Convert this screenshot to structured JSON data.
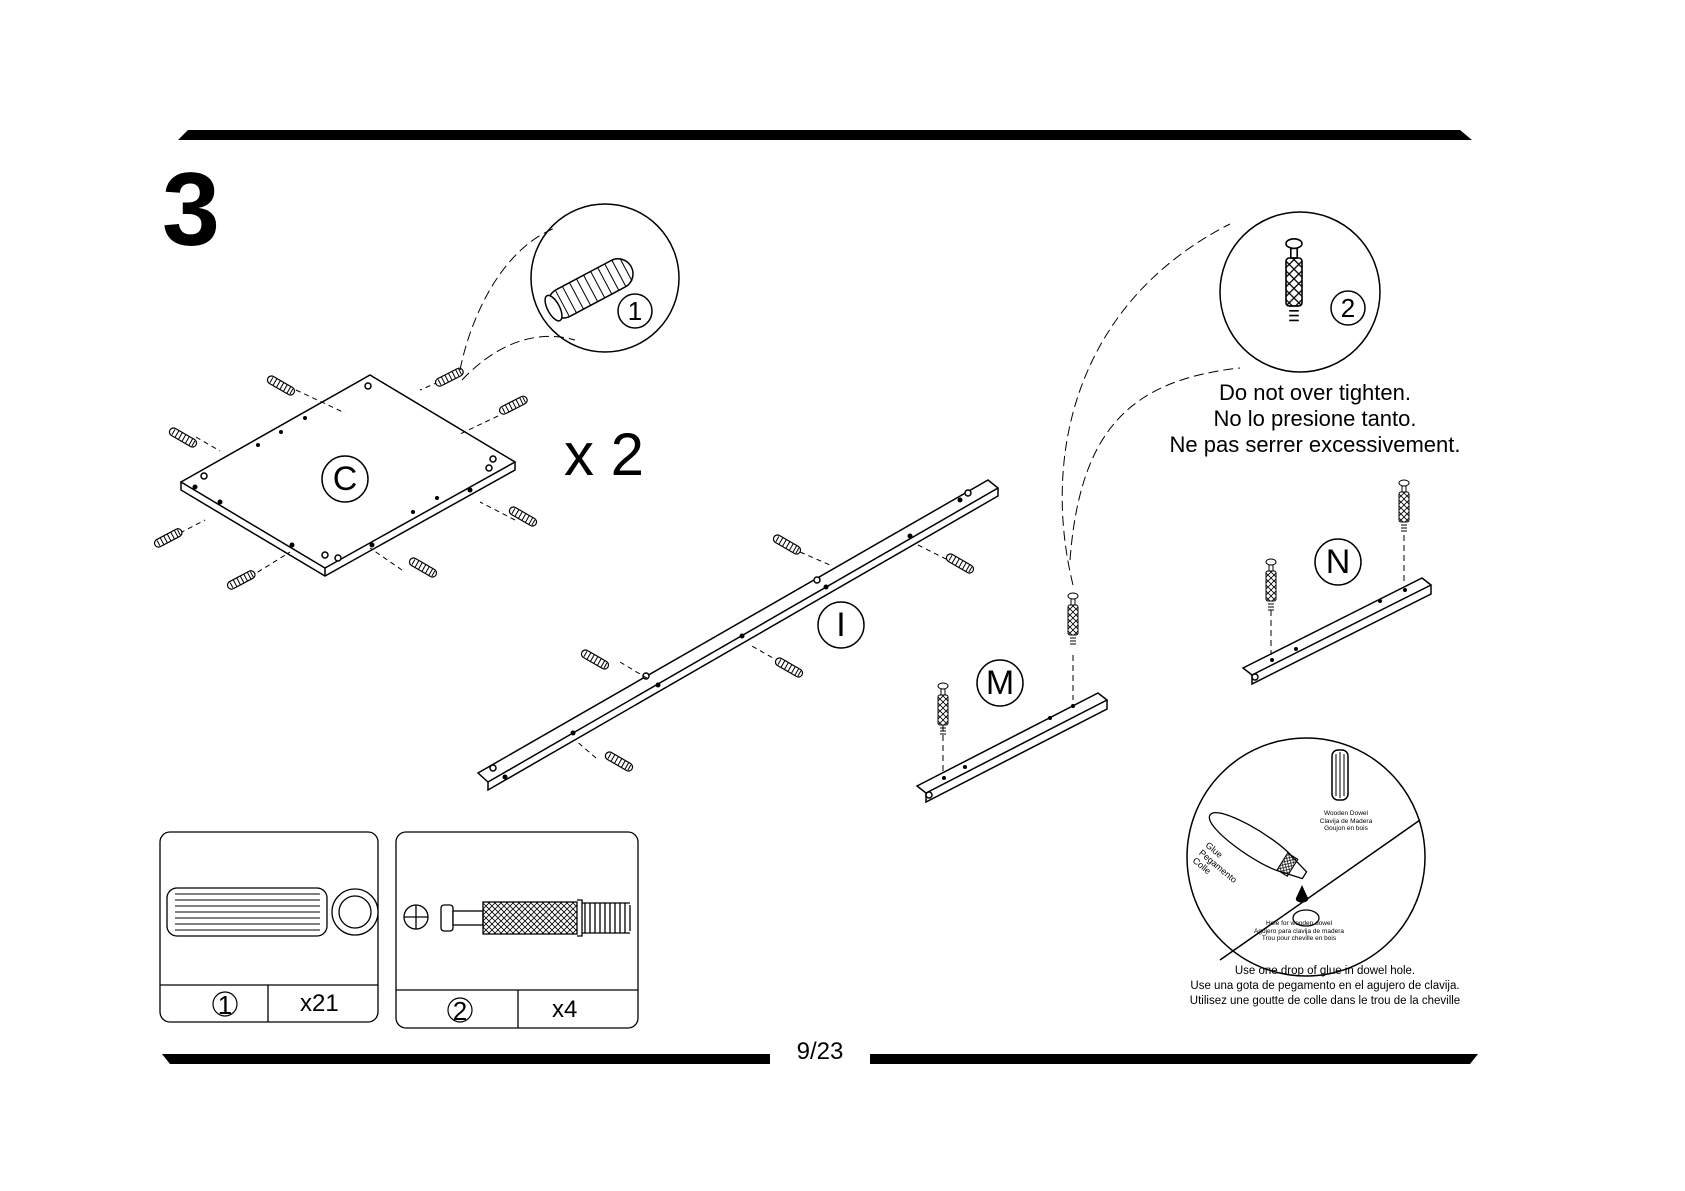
{
  "step_number": "3",
  "multiplier": "x 2",
  "part_labels": {
    "panel": "C",
    "rail_long": "I",
    "rail_m": "M",
    "rail_n": "N"
  },
  "callouts": {
    "dowel_number": "1",
    "cam_bolt_number": "2"
  },
  "warning_lines": [
    "Do not over tighten.",
    "No lo presione tanto.",
    "Ne pas serrer excessivement."
  ],
  "glue_detail": {
    "dowel_label": [
      "Wooden Dowel",
      "Clavija de Madera",
      "Goujon en bois"
    ],
    "bottle_label": [
      "Glue",
      "Pegamento",
      "Colle"
    ],
    "hole_label": [
      "Hole for wooden dowel",
      "Agujero para clavija de madera",
      "Trou pour cheville en bois"
    ],
    "instructions": [
      "Use one drop of glue in dowel hole.",
      "Use una gota de pegamento en el agujero de clavija.",
      "Utilisez une goutte de colle dans le trou de la cheville"
    ]
  },
  "hardware": [
    {
      "number": "1",
      "quantity": "x21",
      "icon": "wooden-dowel-icon"
    },
    {
      "number": "2",
      "quantity": "x4",
      "icon": "cam-bolt-icon"
    }
  ],
  "page_number": "9/23"
}
